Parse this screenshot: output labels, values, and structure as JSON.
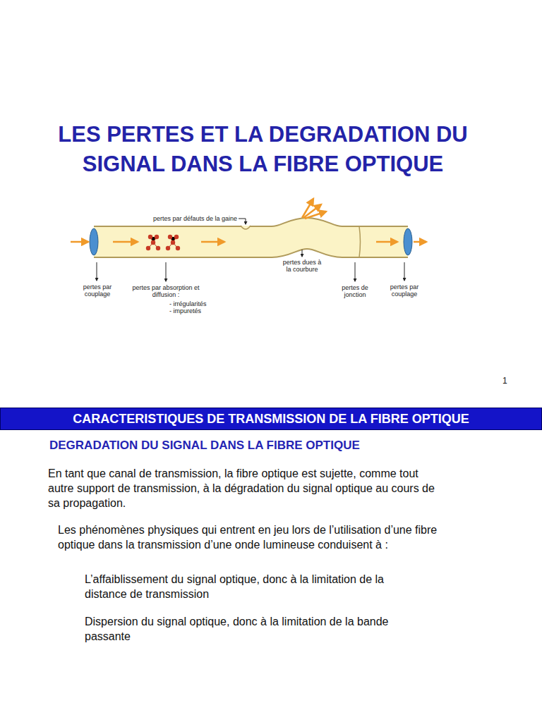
{
  "diagram": {
    "title": "LES PERTES ET LA DEGRADATION DU SIGNAL DANS LA FIBRE OPTIQUE",
    "nodes": [
      {
        "text": [
          "CARACTERISTIQUES DE TRANSMISSION DE LA FIBRE OPTIQUE"
        ]
      }
    ],
    "labels": [
      "pertes par défauts de la gaine",
      "pertes dues à la courbure",
      "pertes par couplage",
      "pertes par absorption et diffusion :",
      "- irrégularités",
      "- impuretés",
      "pertes de jonction",
      "pertes par couplage",
      "1",
      "DEGRADATION DU SIGNAL DANS LA FIBRE OPTIQUE",
      "En tant que canal de transmission, la fibre optique est sujette, comme tout autre support de transmission, à la dégradation du signal optique au cours de sa propagation.",
      "Les phénomènes physiques qui entrent en jeu lors de l’utilisation d’une fibre optique dans la transmission d’une onde lumineuse conduisent à :",
      "L’affaiblissement du signal optique, donc à la limitation de la distance de transmission",
      "Dispersion du signal optique, donc à la limitation de la bande passante"
    ]
  }
}
